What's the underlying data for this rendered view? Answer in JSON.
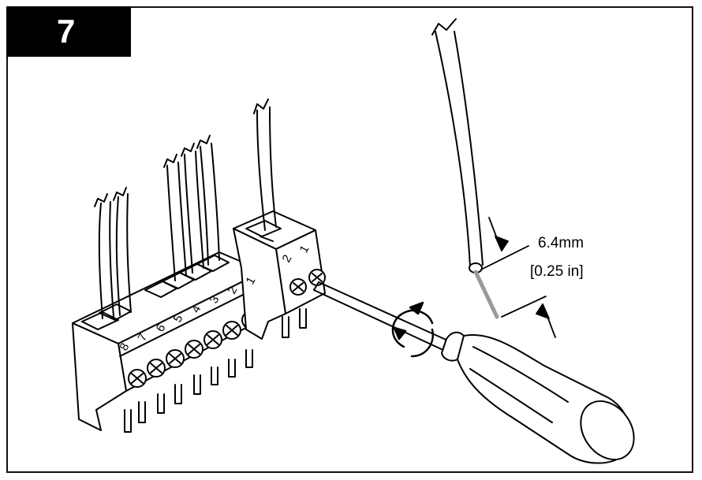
{
  "step": {
    "number": "7"
  },
  "dimension": {
    "metric": "6.4mm",
    "imperial": "[0.25 in]"
  },
  "large_connector": {
    "pins": [
      "8",
      "7",
      "6",
      "5",
      "4",
      "3",
      "2",
      "1"
    ]
  },
  "small_connector": {
    "pins": [
      "2",
      "1"
    ]
  },
  "colors": {
    "line": "#000000",
    "stripped_wire": "#9a9a9a",
    "badge": "#000000"
  }
}
